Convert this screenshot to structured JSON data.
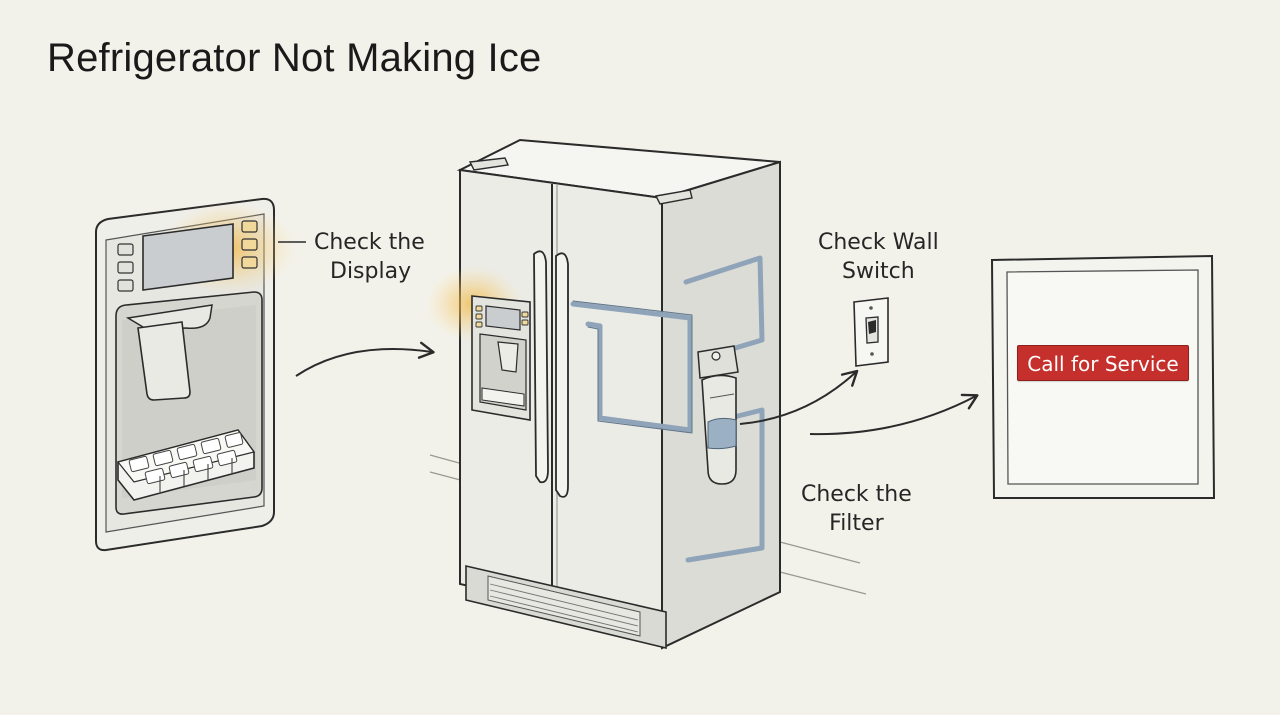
{
  "title": "Refrigerator Not Making Ice",
  "callouts": {
    "display": {
      "line1": "Check the",
      "line2": "Display"
    },
    "wall_switch": {
      "line1": "Check Wall",
      "line2": "Switch"
    },
    "filter": {
      "line1": "Check the",
      "line2": "Filter"
    }
  },
  "service_panel": {
    "button_label": "Call for Service"
  },
  "colors": {
    "background": "#f3f2ea",
    "ink": "#2b2b2b",
    "water_line": "#8fa4b8",
    "highlight_glow": "#f2b53a",
    "service_red": "#c6302c"
  },
  "icons": {
    "dispenser": "ice-dispenser-closeup-icon",
    "fridge": "side-by-side-refrigerator-icon",
    "switch": "wall-switch-icon",
    "filter": "water-filter-icon",
    "panel": "service-panel-icon"
  }
}
